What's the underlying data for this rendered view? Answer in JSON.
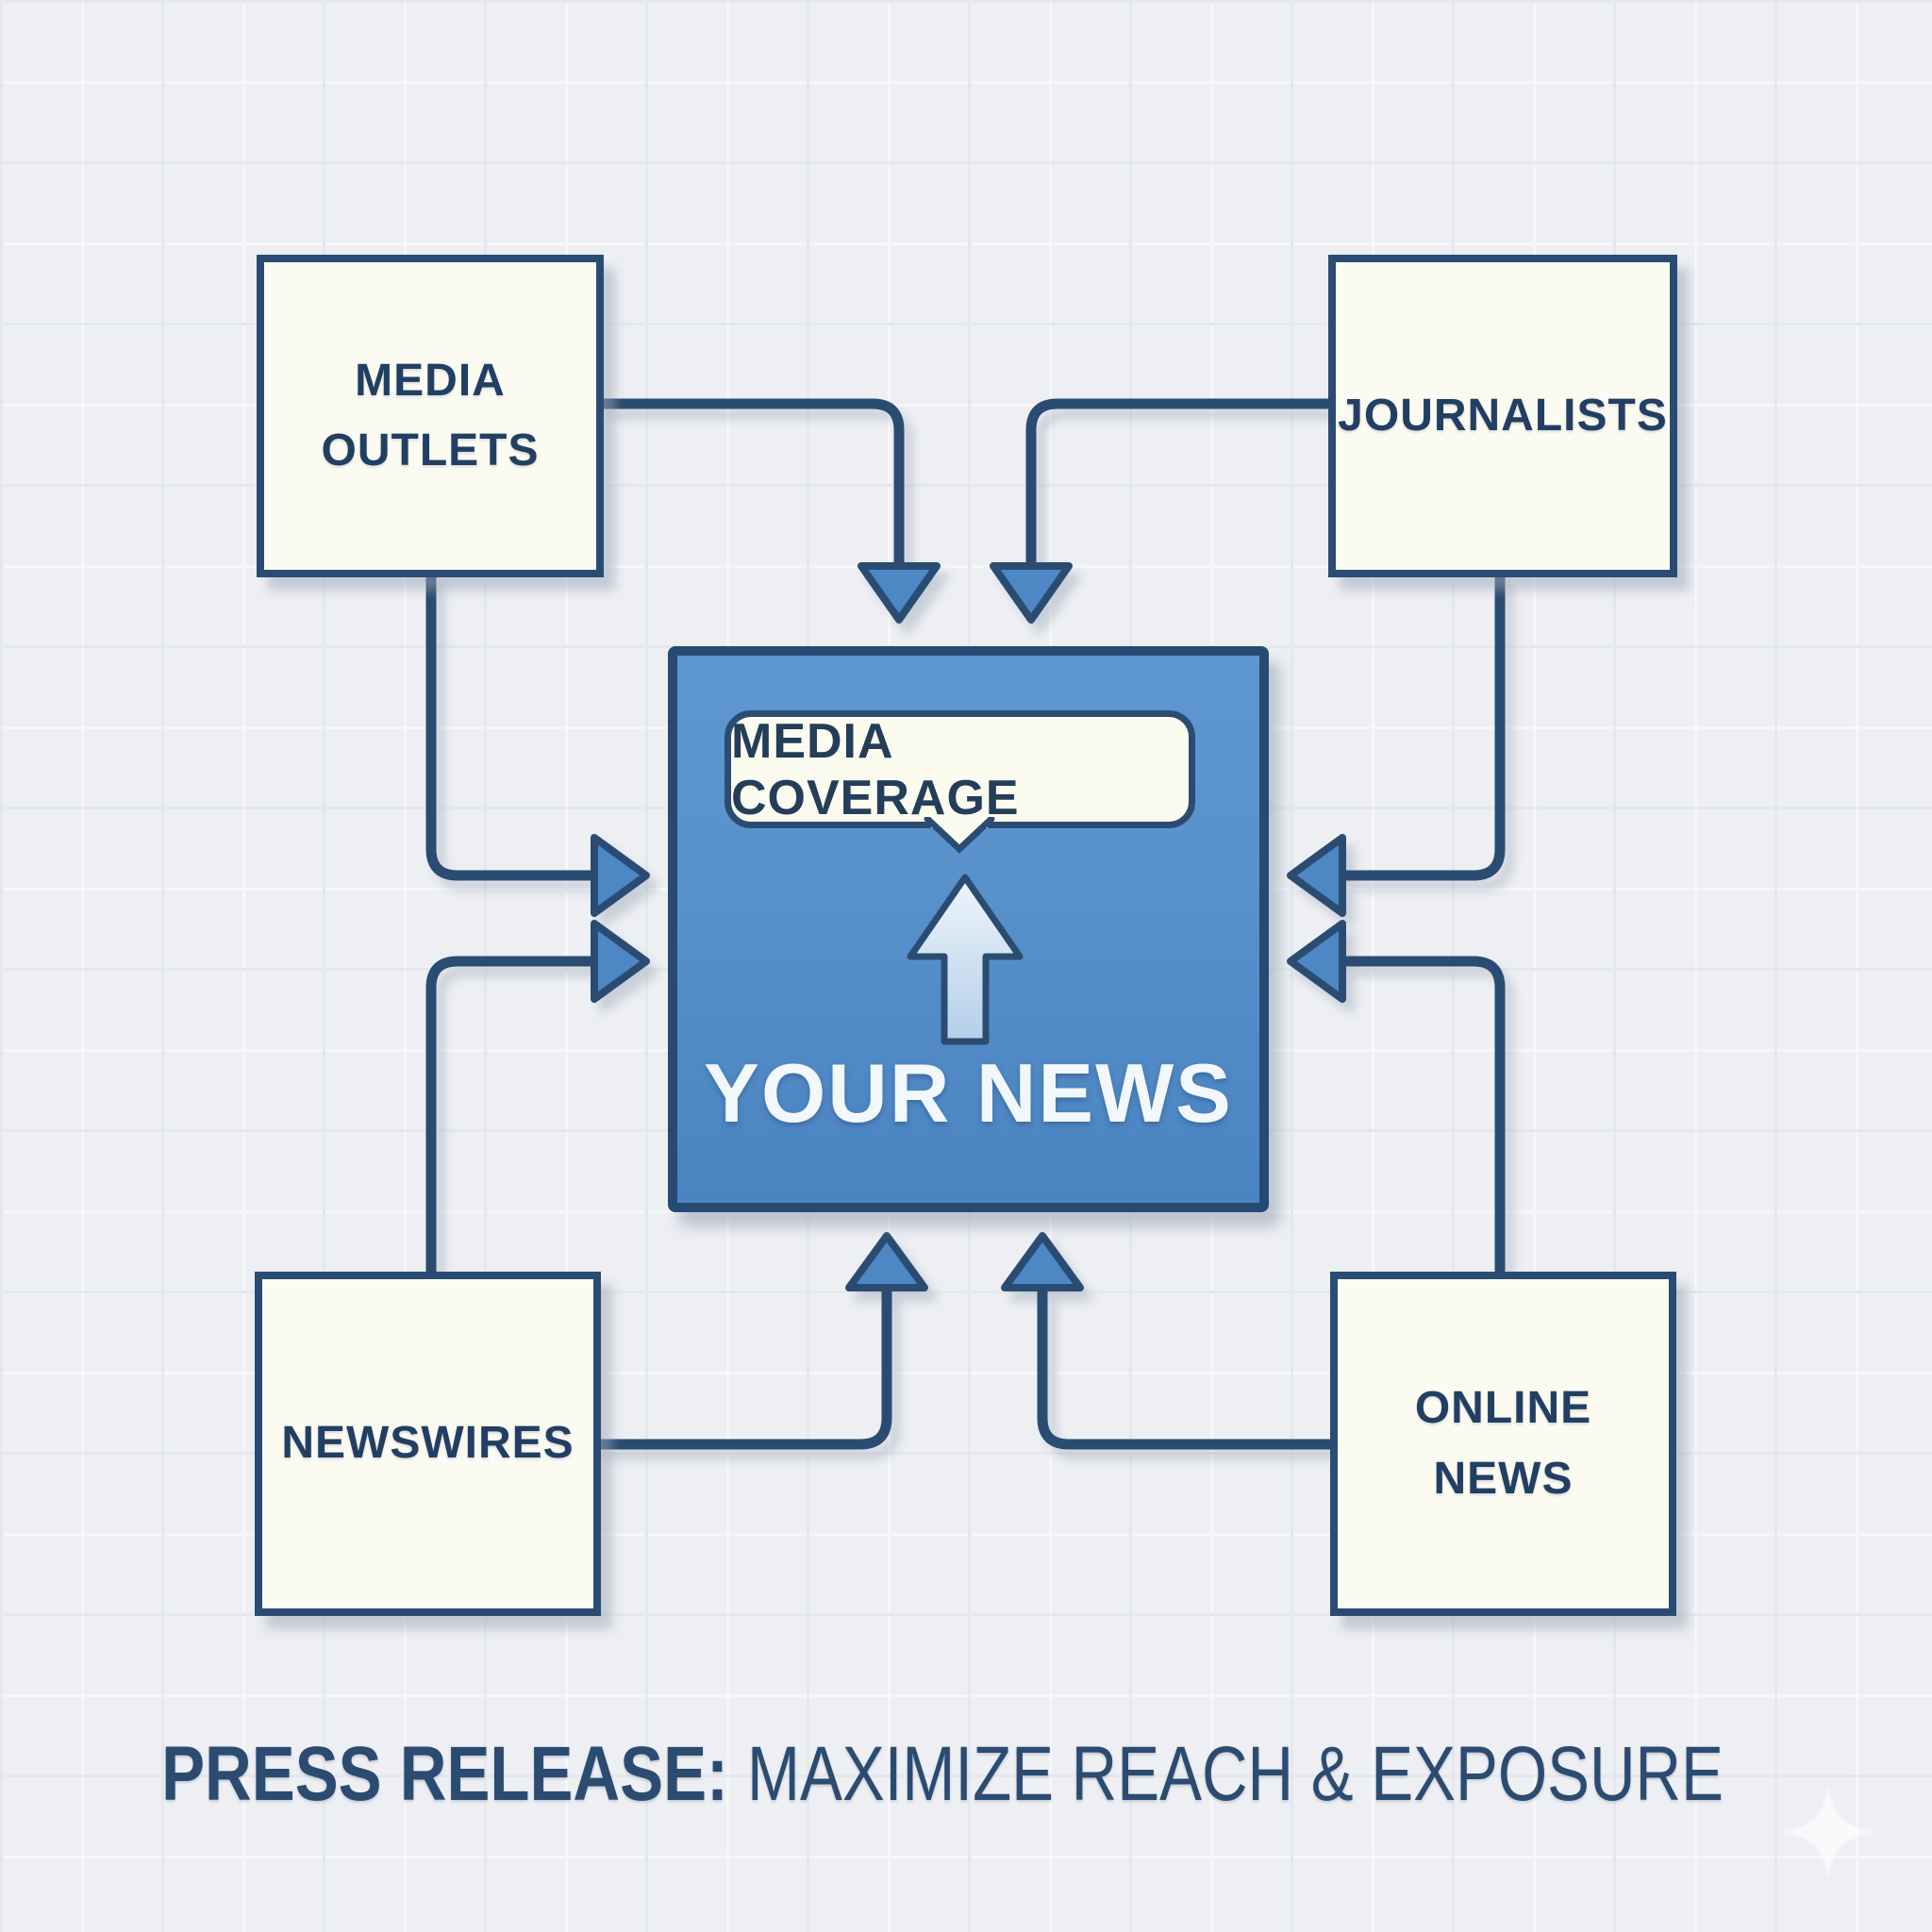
{
  "diagram": {
    "title": {
      "lead": "PRESS RELEASE:",
      "rest": "MAXIMIZE REACH & EXPOSURE"
    },
    "center": {
      "bubble_label": "MEDIA COVERAGE",
      "main_label": "YOUR NEWS"
    },
    "nodes": {
      "media_outlets": {
        "label": "MEDIA OUTLETS"
      },
      "journalists": {
        "label": "JOURNALISTS"
      },
      "newswires": {
        "label": "NEWSWIRES"
      },
      "online_news": {
        "label": "ONLINE NEWS"
      }
    },
    "colors": {
      "background": "#edeff3",
      "line_navy": "#2b4c72",
      "node_fill": "#fbfbf2",
      "node_text": "#223f63",
      "center_fill": "#4f89c6",
      "center_text": "#f2f7fb",
      "bubble_fill": "#fbfbef",
      "arrowhead_fill": "#4d88c5",
      "inner_arrow_fill": "#d4e3f1",
      "title_color": "#2c4b71"
    }
  }
}
